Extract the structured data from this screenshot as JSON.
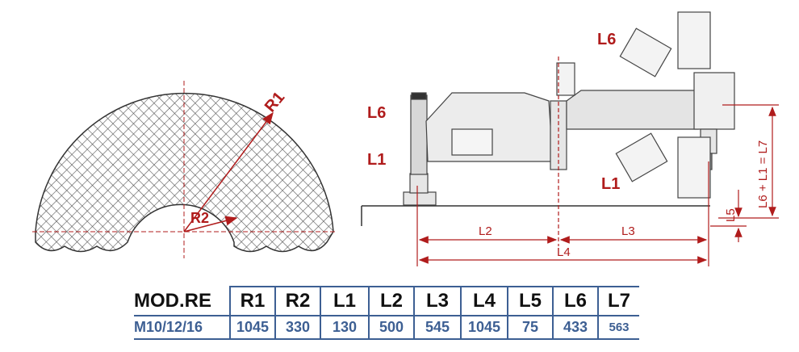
{
  "diagram": {
    "radius_labels": [
      "R1",
      "R2"
    ],
    "arm_labels": {
      "l6_left": "L6",
      "l1_left": "L1",
      "l6_top": "L6",
      "l1_bottom": "L1",
      "l2": "L2",
      "l3": "L3",
      "l4": "L4",
      "l5": "L5",
      "l7": "L6 + L1 = L7"
    }
  },
  "table": {
    "header": [
      "MOD.RE",
      "R1",
      "R2",
      "L1",
      "L2",
      "L3",
      "L4",
      "L5",
      "L6",
      "L7"
    ],
    "rows": [
      [
        "M10/12/16",
        "1045",
        "330",
        "130",
        "500",
        "545",
        "1045",
        "75",
        "433",
        "563"
      ]
    ]
  },
  "colors": {
    "accent": "#b01c1c",
    "table": "#3d5f93"
  }
}
